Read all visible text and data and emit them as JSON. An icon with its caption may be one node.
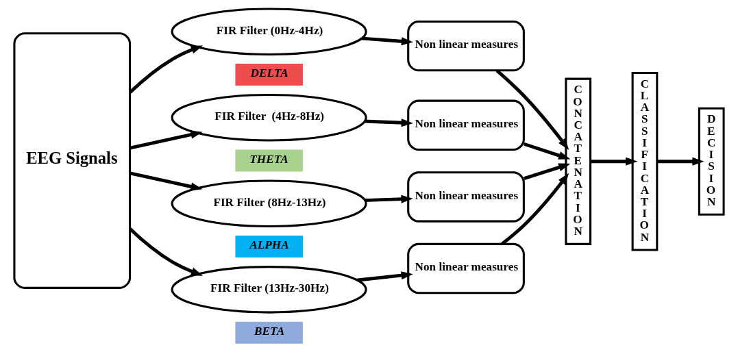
{
  "diagram": {
    "nodes": [
      {
        "text": [
          "EEG Signals"
        ]
      },
      {
        "text": [
          "FIR Filter (0Hz-4Hz)"
        ]
      },
      {
        "text": [
          "DELTA"
        ]
      },
      {
        "text": [
          "FIR Filter  (4Hz-8Hz)"
        ]
      },
      {
        "text": [
          "THETA"
        ]
      },
      {
        "text": [
          "FIR Filter (8Hz-13Hz)"
        ]
      },
      {
        "text": [
          "ALPHA"
        ]
      },
      {
        "text": [
          "FIR Filter (13Hz-30Hz)"
        ]
      },
      {
        "text": [
          "BETA"
        ]
      },
      {
        "text": [
          "Non linear measures"
        ]
      },
      {
        "text": [
          "Non linear measures"
        ]
      },
      {
        "text": [
          "Non linear measures"
        ]
      },
      {
        "text": [
          "Non linear measures"
        ]
      },
      {
        "text": [
          "CONCATENATION"
        ]
      },
      {
        "text": [
          "CLASSIFICATION"
        ]
      },
      {
        "text": [
          "DECISION"
        ]
      }
    ],
    "edges": [
      {
        "from": 0,
        "to": 1,
        "arrow": "to"
      },
      {
        "from": 0,
        "to": 3,
        "arrow": "to"
      },
      {
        "from": 0,
        "to": 5,
        "arrow": "to"
      },
      {
        "from": 0,
        "to": 7,
        "arrow": "to"
      },
      {
        "from": 1,
        "to": 9,
        "arrow": "to"
      },
      {
        "from": 3,
        "to": 10,
        "arrow": "to"
      },
      {
        "from": 5,
        "to": 11,
        "arrow": "to"
      },
      {
        "from": 7,
        "to": 12,
        "arrow": "to"
      },
      {
        "from": 9,
        "to": 13,
        "arrow": "to"
      },
      {
        "from": 10,
        "to": 13,
        "arrow": "to"
      },
      {
        "from": 11,
        "to": 13,
        "arrow": "to"
      },
      {
        "from": 12,
        "to": 13,
        "arrow": "to"
      },
      {
        "from": 13,
        "to": 14,
        "arrow": "to"
      },
      {
        "from": 14,
        "to": 15,
        "arrow": "to"
      }
    ]
  }
}
